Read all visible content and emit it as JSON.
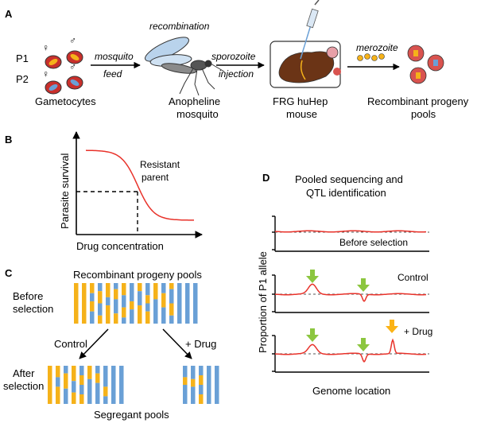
{
  "panel_a": {
    "letter": "A",
    "parents": [
      "P1",
      "P2"
    ],
    "female_symbol": "♀",
    "male_symbol": "♂",
    "gametocytes_label": "Gametocytes",
    "mosquito_feed_line1": "mosquito",
    "mosquito_feed_line2": "feed",
    "recombination_label": "recombination",
    "mosquito_label_line1": "Anopheline",
    "mosquito_label_line2": "mosquito",
    "sporozoite_line1": "sporozoite",
    "sporozoite_line2": "injection",
    "mouse_label_line1": "FRG huHep",
    "mouse_label_line2": "mouse",
    "merozoite_label": "merozoite",
    "progeny_line1": "Recombinant progeny",
    "progeny_line2": "pools"
  },
  "panel_b": {
    "letter": "B",
    "ylabel": "Parasite survival",
    "xlabel": "Drug concentration",
    "curve_label_line1": "Resistant",
    "curve_label_line2": "parent"
  },
  "panel_c": {
    "letter": "C",
    "title": "Recombinant progeny pools",
    "before_line1": "Before",
    "before_line2": "selection",
    "control_label": "Control",
    "drug_label": "+ Drug",
    "after_line1": "After",
    "after_line2": "selection",
    "bottom_label": "Segregant pools"
  },
  "panel_d": {
    "letter": "D",
    "title_line1": "Pooled sequencing and",
    "title_line2": "QTL identification",
    "ylabel": "Proportion of P1 allele",
    "track_labels": [
      "Before selection",
      "Control",
      "+ Drug"
    ],
    "xlabel": "Genome location"
  },
  "colors": {
    "curve": "#e8322a",
    "yellow": "#f5b21a",
    "blue": "#6aa0d6",
    "green_arrow": "#8cc63f",
    "orange_arrow": "#fbb316",
    "mouse_liver": "#6b3416",
    "parasite_red": "#d9534f"
  }
}
